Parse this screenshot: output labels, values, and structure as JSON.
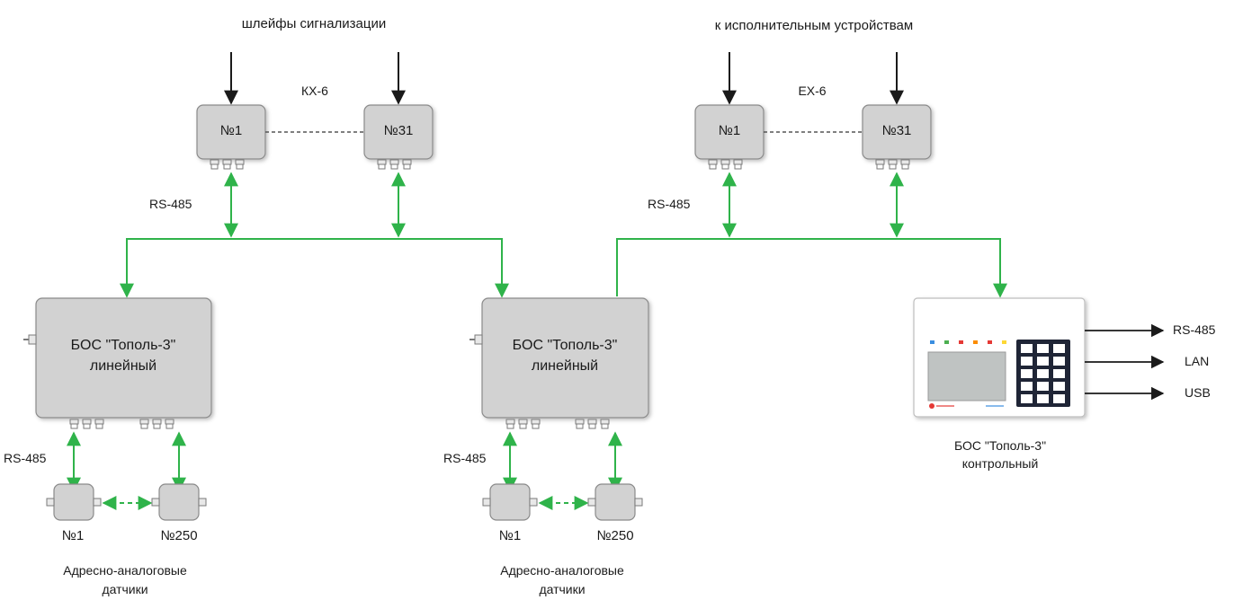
{
  "top_left": {
    "caption": "шлейфы сигнализации",
    "group_label": "КХ-6",
    "module_first": "№1",
    "module_last": "№31",
    "bus_label": "RS-485"
  },
  "top_right": {
    "caption": "к исполнительным устройствам",
    "group_label": "ЕХ-6",
    "module_first": "№1",
    "module_last": "№31",
    "bus_label": "RS-485"
  },
  "bos_left": {
    "line1": "БОС \"Тополь-3\"",
    "line2": "линейный",
    "bus_label": "RS-485",
    "sensor_first": "№1",
    "sensor_last": "№250",
    "sensors_caption_line1": "Адресно-аналоговые",
    "sensors_caption_line2": "датчики"
  },
  "bos_mid": {
    "line1": "БОС \"Тополь-3\"",
    "line2": "линейный",
    "bus_label": "RS-485",
    "sensor_first": "№1",
    "sensor_last": "№250",
    "sensors_caption_line1": "Адресно-аналоговые",
    "sensors_caption_line2": "датчики"
  },
  "bos_control": {
    "caption_line1": "БОС \"Тополь-3\"",
    "caption_line2": "контрольный",
    "outputs": [
      "RS-485",
      "LAN",
      "USB"
    ]
  },
  "colors": {
    "bus": "#2fb34a",
    "box_fill": "#d2d2d2",
    "box_stroke": "#8a8a8a",
    "keypad": "#1f2536"
  }
}
